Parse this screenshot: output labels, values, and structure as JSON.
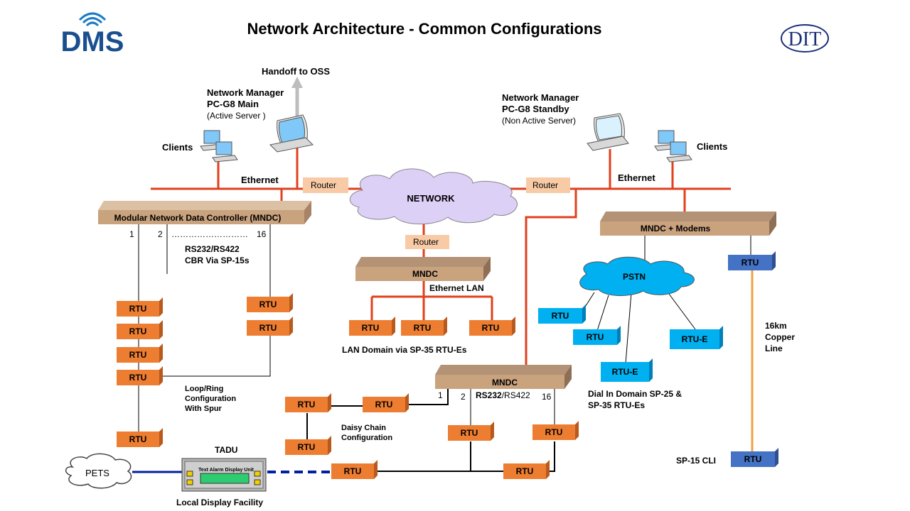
{
  "title": "Network Architecture - Common Configurations",
  "logos": {
    "left": "DMS",
    "right": "DIT"
  },
  "labels": {
    "handoff": "Handoff to OSS",
    "nm_main": [
      "Network Manager",
      "PC-G8 Main",
      "(Active Server  )"
    ],
    "nm_standby": [
      "Network Manager",
      "PC-G8 Standby",
      "(Non Active Server)"
    ],
    "clients": "Clients",
    "ethernet": "Ethernet",
    "router": "Router",
    "network": "NETWORK",
    "pstn": "PSTN",
    "pets": "PETS",
    "mndc_main": "Modular Network Data Controller (MNDC)",
    "mndc": "MNDC",
    "mndc_modems": "MNDC  + Modems",
    "ports": [
      "1",
      "2",
      "………………………",
      "16"
    ],
    "rs232_cbr": [
      "RS232/RS422",
      "CBR  Via SP-15s"
    ],
    "ethernet_lan": "Ethernet LAN",
    "lan_domain": "LAN  Domain via SP-35 RTU-Es",
    "loop_ring": [
      "Loop/Ring",
      "Configuration",
      "With Spur"
    ],
    "daisy": [
      "Daisy Chain",
      "Configuration"
    ],
    "rs232_b": "RS232/RS422",
    "rs232_b_bold": "RS232",
    "rs232_b_rest": "/RS422",
    "port1": "1",
    "port2": "2",
    "port16": "16",
    "dial_in": [
      "Dial In Domain  SP-25 &",
      "SP-35 RTU-Es"
    ],
    "copper": [
      "16km",
      "Copper",
      "Line"
    ],
    "sp15cli": "SP-15 CLI",
    "tadu": "TADU",
    "tadu_header": "Text Alarm Display Unit",
    "local_display": "Local Display Facility"
  },
  "nodes": {
    "rtu": "RTU",
    "rtu_e": "RTU-E"
  },
  "colors": {
    "ethernet": "#e0401c",
    "rtu_orange": "#ed7d31",
    "rtu_blue": "#00b0f0",
    "rtu_darkblue": "#4472c4",
    "mndc_tan": "#c9a27e",
    "router_peach": "#f8cba6",
    "cloud_lilac": "#ddd0f7",
    "cloud_blue": "#00b0f0",
    "copper": "#f0a040",
    "pets_link": "#0020a0"
  }
}
